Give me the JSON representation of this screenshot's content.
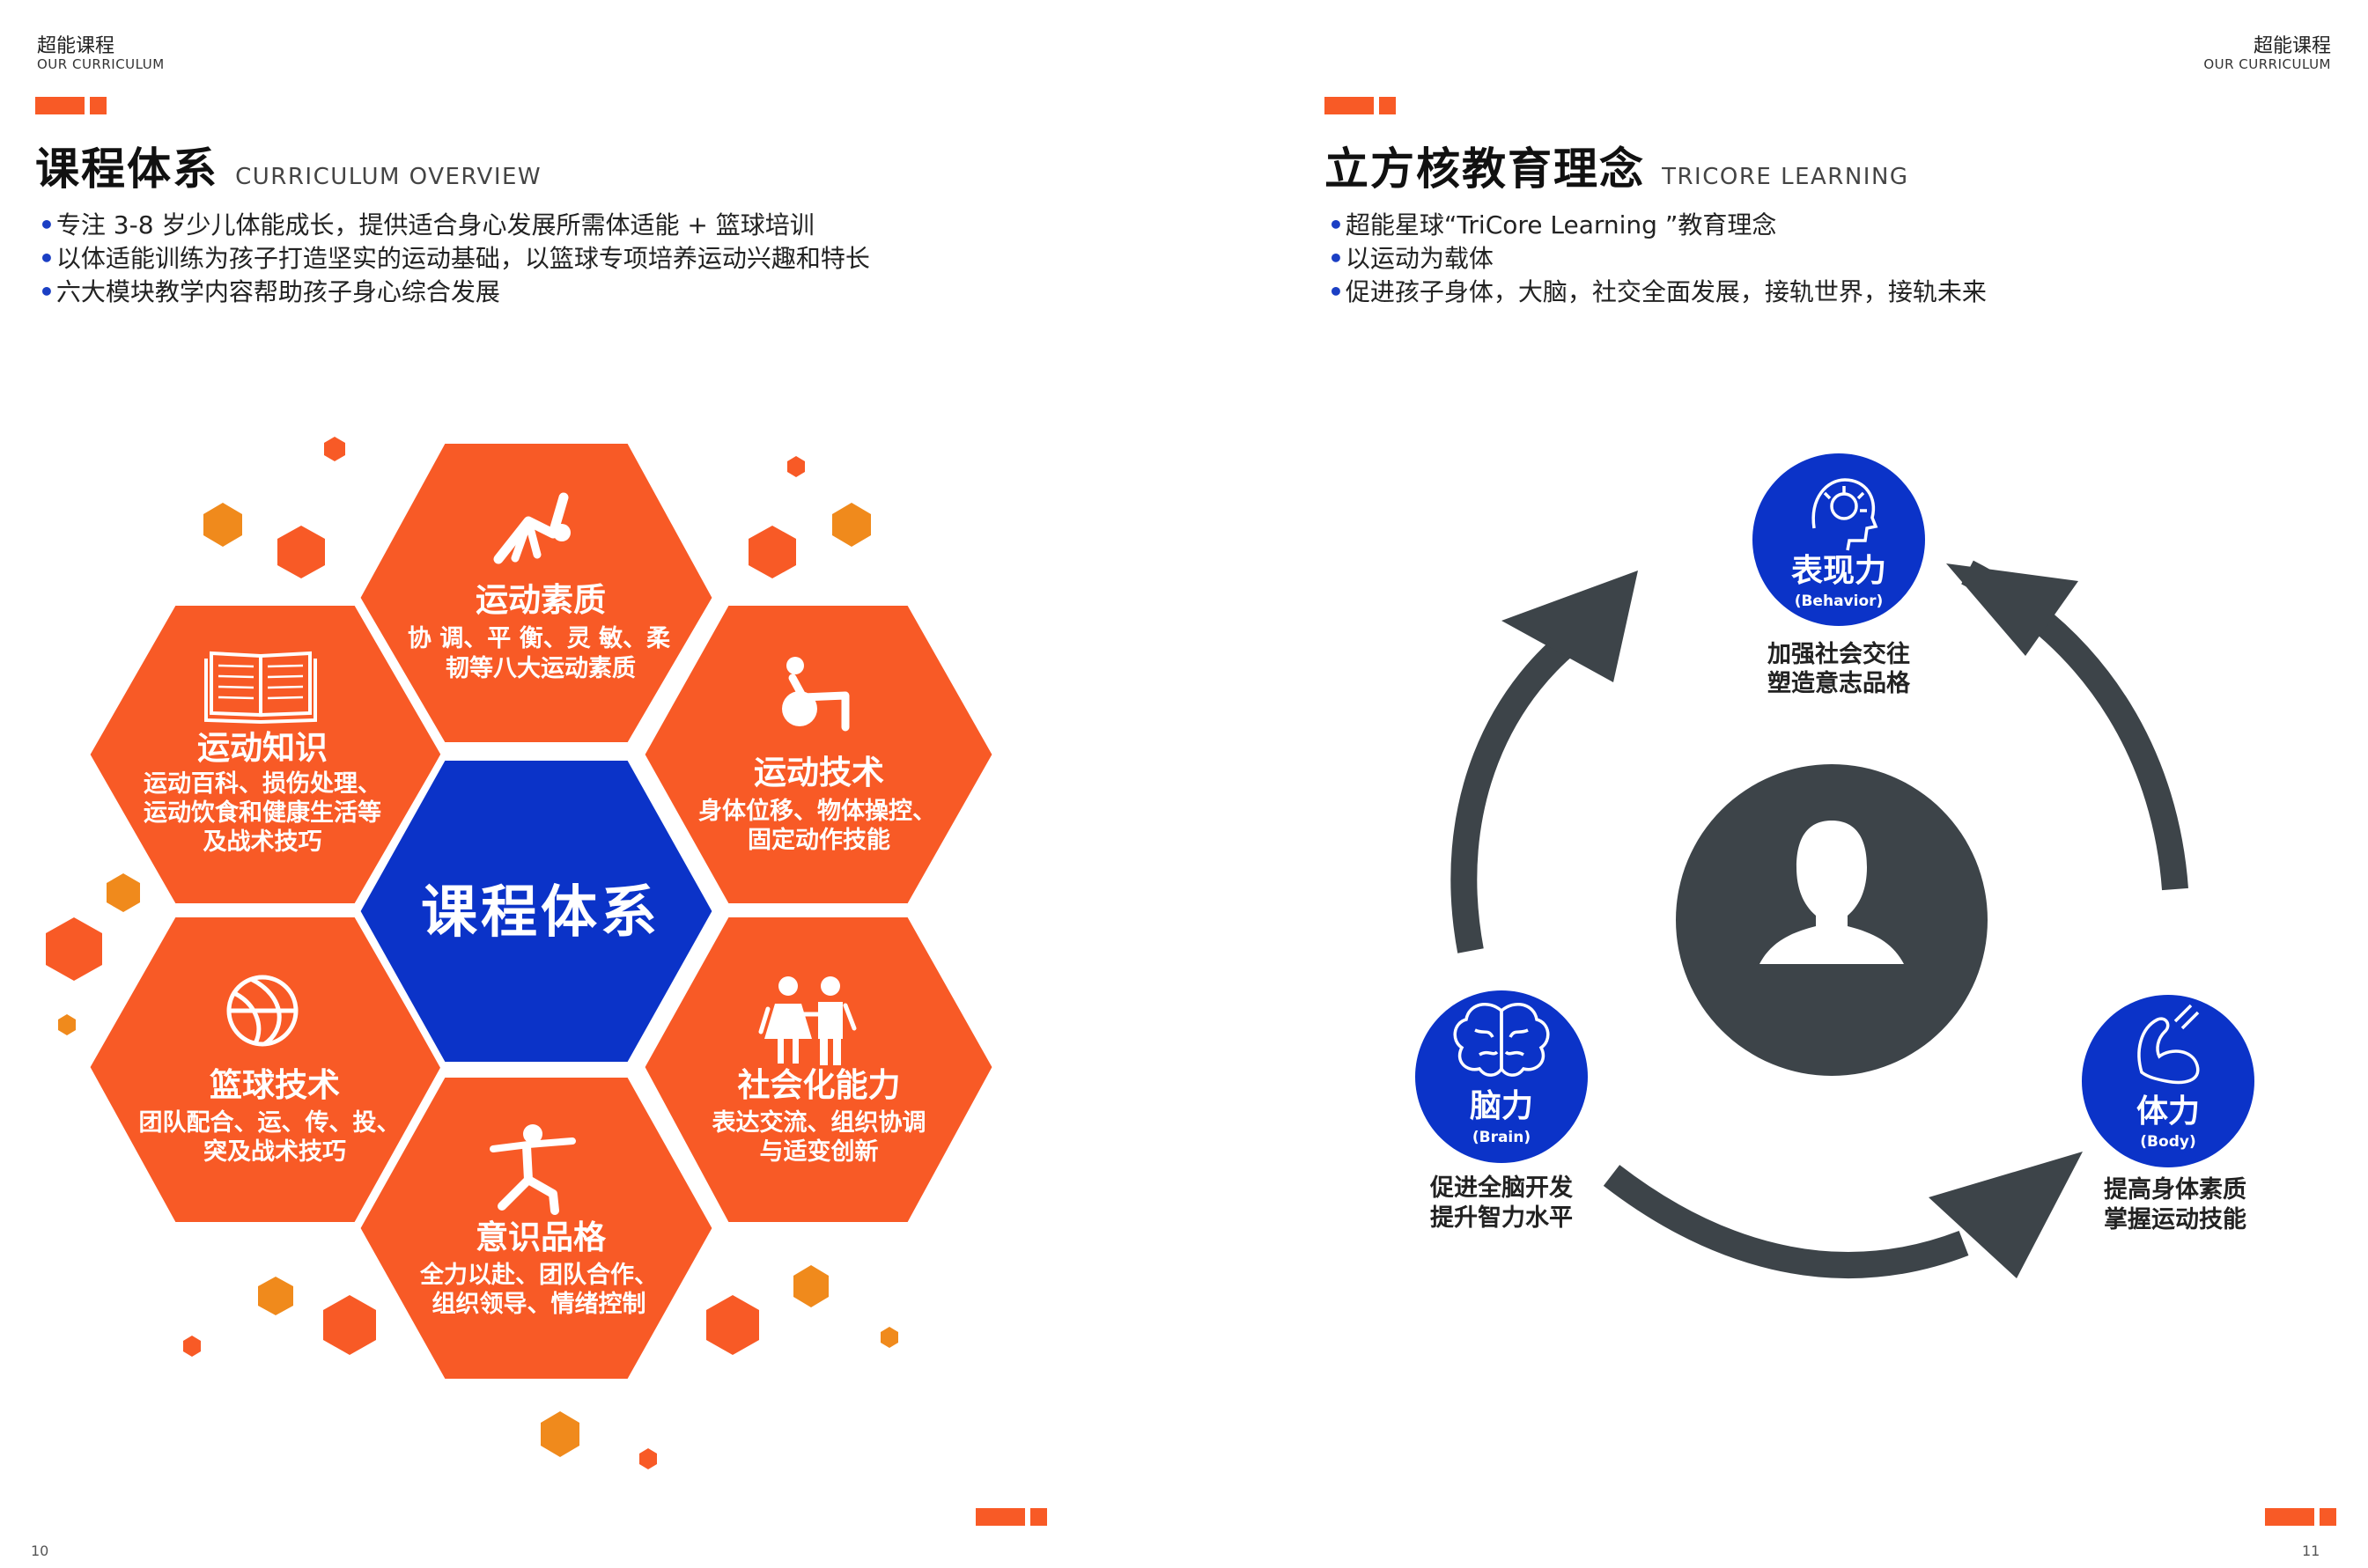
{
  "colors": {
    "orange": "#f85a26",
    "dark_orange": "#f08a1c",
    "blue": "#0b33c8",
    "gray": "#3d4449",
    "text": "#222222"
  },
  "left_page": {
    "header_cn": "超能课程",
    "header_en": "OUR CURRICULUM",
    "title_cn": "课程体系",
    "title_en": "CURRICULUM OVERVIEW",
    "bullets": [
      "专注 3-8 岁少儿体能成长，提供适合身心发展所需体适能 + 篮球培训",
      "以体适能训练为孩子打造坚实的运动基础，以篮球专项培养运动兴趣和特长",
      "六大模块教学内容帮助孩子身心综合发展"
    ],
    "page_number": "10",
    "center_label": "课程体系",
    "modules": [
      {
        "title": "运动素质",
        "lines": [
          "协 调、平 衡、灵 敏、柔",
          "韧等八大运动素质"
        ],
        "icon": "stretching-person-icon"
      },
      {
        "title": "运动技术",
        "lines": [
          "身体位移、物体操控、",
          "固定动作技能"
        ],
        "icon": "ball-exercise-icon"
      },
      {
        "title": "社会化能力",
        "lines": [
          "表达交流、组织协调",
          "与适变创新"
        ],
        "icon": "two-people-icon"
      },
      {
        "title": "意识品格",
        "lines": [
          "全力以赴、团队合作、",
          "组织领导、情绪控制"
        ],
        "icon": "martial-arts-icon"
      },
      {
        "title": "篮球技术",
        "lines": [
          "团队配合、运、传、投、",
          "突及战术技巧"
        ],
        "icon": "basketball-icon"
      },
      {
        "title": "运动知识",
        "lines": [
          "运动百科、损伤处理、",
          "运动饮食和健康生活等",
          "及战术技巧"
        ],
        "icon": "open-book-icon"
      }
    ]
  },
  "right_page": {
    "header_cn": "超能课程",
    "header_en": "OUR CURRICULUM",
    "title_cn": "立方核教育理念",
    "title_en": "TRICORE LEARNING",
    "bullets": [
      "超能星球“TriCore Learning ”教育理念",
      "以运动为载体",
      "促进孩子身体，大脑，社交全面发展，接轨世界，接轨未来"
    ],
    "page_number": "11",
    "nodes": {
      "behavior": {
        "title": "表现力",
        "sub": "(Behavior)",
        "desc": [
          "加强社会交往",
          "塑造意志品格"
        ],
        "icon": "lightbulb-head-icon"
      },
      "brain": {
        "title": "脑力",
        "sub": "(Brain)",
        "desc": [
          "促进全脑开发",
          "提升智力水平"
        ],
        "icon": "brain-icon"
      },
      "body": {
        "title": "体力",
        "sub": "(Body)",
        "desc": [
          "提高身体素质",
          "掌握运动技能"
        ],
        "icon": "flexed-arm-icon"
      }
    },
    "center_icon": "person-silhouette-icon"
  }
}
